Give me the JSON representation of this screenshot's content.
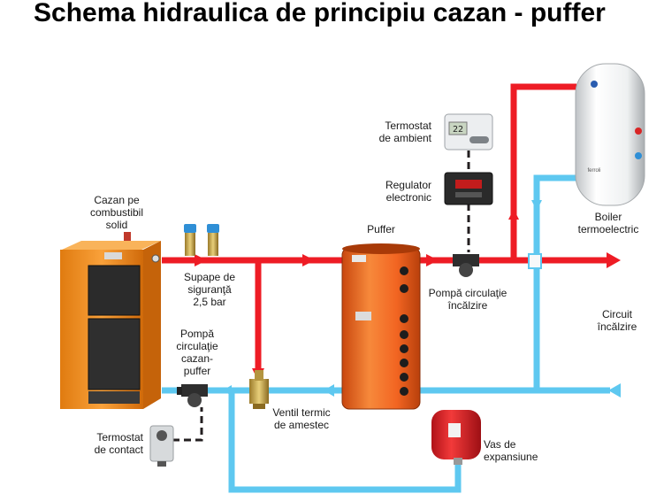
{
  "title": "Schema hidraulica de principiu cazan - puffer",
  "labels": {
    "boiler_solid": [
      "Cazan pe",
      "combustibil",
      "solid"
    ],
    "safety_valves": [
      "Supape de",
      "siguranţă",
      "2,5 bar"
    ],
    "boiler_pump": [
      "Pompă",
      "circulaţie",
      "cazan-",
      "puffer"
    ],
    "contact_thermostat": [
      "Termostat",
      "de contact"
    ],
    "mixing_valve": [
      "Ventil termic",
      "de amestec"
    ],
    "puffer": "Puffer",
    "room_thermostat": [
      "Termostat",
      "de ambient"
    ],
    "regulator": [
      "Regulator",
      "electronic"
    ],
    "heating_pump": [
      "Pompă circulaţie",
      "încălzire"
    ],
    "expansion_vessel": [
      "Vas de",
      "expansiune"
    ],
    "electric_boiler": [
      "Boiler",
      "termoelectric"
    ],
    "heating_circuit": [
      "Circuit",
      "încălzire"
    ]
  },
  "device_texts": {
    "thermostat_display": "22",
    "boiler_brand": "ferroli"
  },
  "colors": {
    "hot_pipe": "#ee1c25",
    "cold_pipe": "#5ec8f0",
    "puffer_body": "#f26522",
    "boiler_body": "#f7941d",
    "control_wire": "#231f20"
  }
}
